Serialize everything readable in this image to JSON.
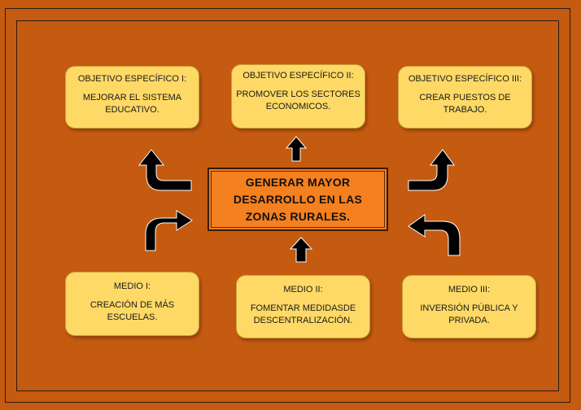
{
  "center": {
    "lines": [
      "GENERAR MAYOR",
      "DESARROLLO EN LAS",
      "ZONAS RURALES."
    ]
  },
  "objectives": [
    {
      "title": "OBJETIVO ESPECÍFICO I:",
      "lines": [
        "MEJORAR EL SISTEMA",
        "EDUCATIVO."
      ]
    },
    {
      "title": "OBJETIVO ESPECÍFICO II:",
      "lines": [
        "PROMOVER LOS SECTORES",
        "ECONOMICOS."
      ]
    },
    {
      "title": "OBJETIVO ESPECÍFICO III:",
      "lines": [
        "CREAR PUESTOS DE",
        "TRABAJO."
      ]
    }
  ],
  "means": [
    {
      "title": "MEDIO I:",
      "lines": [
        "CREACIÓN DE MÁS",
        "ESCUELAS."
      ]
    },
    {
      "title": "MEDIO II:",
      "lines": [
        "FOMENTAR MEDIDASDE",
        "DESCENTRALIZACIÓN."
      ]
    },
    {
      "title": "MEDIO III:",
      "lines": [
        "INVERSIÓN PÚBLICA Y",
        "PRIVADA."
      ]
    }
  ],
  "colors": {
    "background": "#c55a11",
    "box_fill": "#ffd966",
    "center_fill": "#f4801f",
    "arrow": "#000000"
  }
}
